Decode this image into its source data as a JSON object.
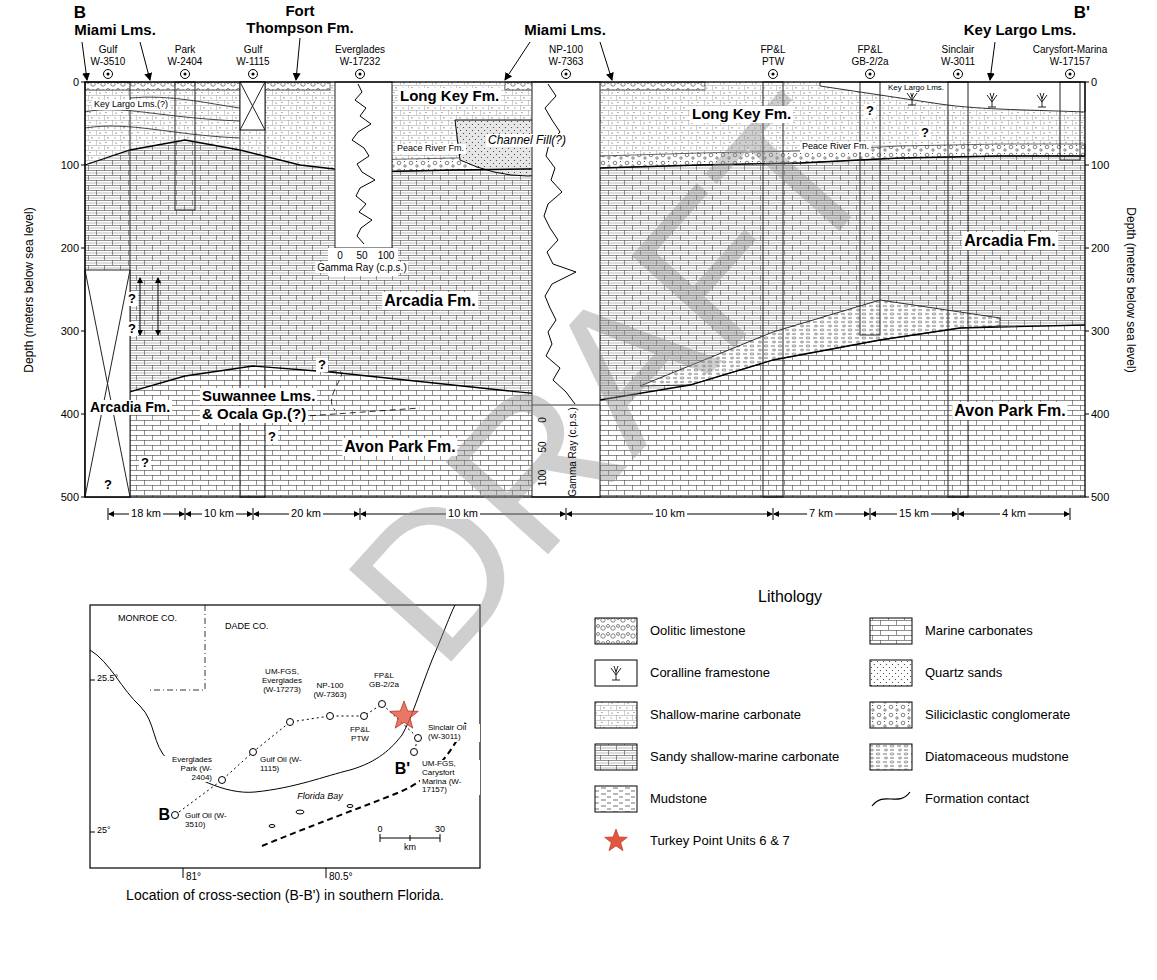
{
  "diagram": {
    "caption": "Location of cross-section (B-B') in southern Florida.",
    "labels": [
      "DRAFT",
      "B",
      "B'",
      "Miami Lms.",
      "Fort",
      "Thompson Fm.",
      "Miami Lms.",
      "Key Largo Lms.",
      "Gulf",
      "W-3510",
      "Park",
      "W-2404",
      "Gulf",
      "W-1115",
      "Everglades",
      "W-17232",
      "NP-100",
      "W-7363",
      "FP&L",
      "PTW",
      "FP&L",
      "GB-2/2a",
      "Sinclair",
      "W-3011",
      "Carysfort-Marina",
      "W-17157",
      "0",
      "100",
      "200",
      "300",
      "400",
      "500",
      "Depth (meters below sea level)",
      "0",
      "100",
      "200",
      "300",
      "400",
      "500",
      "Depth (meters below sea level)",
      "Key Largo Lms.(?)",
      "Long Key Fm.",
      "Long Key Fm.",
      "Key Largo Lms.",
      "Peace River Fm.",
      "Peace River Fm.",
      "Channel Fill(?)",
      "Arcadia Fm.",
      "Arcadia Fm.",
      "Arcadia Fm.",
      "Suwannee Lms.",
      "& Ocala Gp.(?)",
      "Avon Park Fm.",
      "Avon Park Fm.",
      "?",
      "?",
      "?",
      "?",
      "?",
      "?",
      "?",
      "?",
      "0",
      "50",
      "100",
      "Gamma Ray (c.p.s.)",
      "0",
      "50",
      "100",
      "Gamma Ray (c.p.s.)",
      "18 km",
      "10 km",
      "20 km",
      "10 km",
      "10 km",
      "7 km",
      "15 km",
      "4 km",
      "MONROE CO.",
      "DADE CO.",
      "25.5°",
      "25°",
      "81°",
      "80.5°",
      "B",
      "B'",
      "UM-FGS, Everglades (W-17273)",
      "NP-100 (W-7363)",
      "FP&L GB-2/2a",
      "FP&L PTW",
      "Gulf Oil (W-1115)",
      "Everglades Park (W-2404)",
      "Gulf Oil (W-3510)",
      "Sinclair Oil (W-3011)",
      "UM-FGS, Carysfort Marina (W-17157)",
      "Florida Bay",
      "0",
      "km",
      "30",
      "Lithology"
    ],
    "legend": [
      {
        "text": "Oolitic limestone"
      },
      {
        "text": "Coralline framestone"
      },
      {
        "text": "Shallow-marine carbonate"
      },
      {
        "text": "Sandy shallow-marine carbonate"
      },
      {
        "text": "Mudstone"
      },
      {
        "text": "Marine carbonates"
      },
      {
        "text": "Quartz sands"
      },
      {
        "text": "Siliciclastic conglomerate"
      },
      {
        "text": "Diatomaceous mudstone"
      },
      {
        "text": "Formation contact"
      },
      {
        "text": "Turkey Point Units 6 & 7"
      }
    ]
  }
}
